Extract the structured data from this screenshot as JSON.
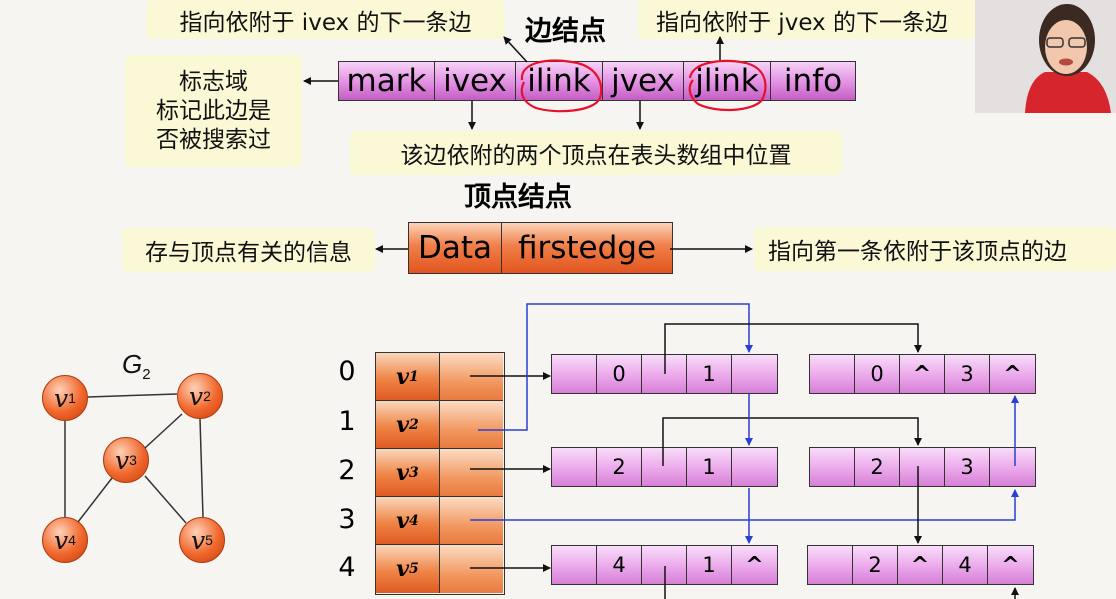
{
  "edge_node": {
    "title": "边结点",
    "top_note_left": "指向依附于 ivex 的下一条边",
    "top_note_right": "指向依附于 jvex 的下一条边",
    "fields": [
      "mark",
      "ivex",
      "ilink",
      "jvex",
      "jlink",
      "info"
    ],
    "left_note": [
      "标志域",
      "标记此边是",
      "否被搜索过"
    ],
    "bottom_note": "该边依附的两个顶点在表头数组中位置"
  },
  "vertex_node": {
    "title": "顶点结点",
    "fields": [
      "Data",
      "firstedge"
    ],
    "left_note": "存与顶点有关的信息",
    "right_note": "指向第一条依附于该顶点的边"
  },
  "graph": {
    "name": "G",
    "name_sub": "2",
    "nodes": [
      {
        "letter": "v",
        "sub": "1"
      },
      {
        "letter": "v",
        "sub": "2"
      },
      {
        "letter": "v",
        "sub": "3"
      },
      {
        "letter": "v",
        "sub": "4"
      },
      {
        "letter": "v",
        "sub": "5"
      }
    ]
  },
  "head_array": {
    "indices": [
      "0",
      "1",
      "2",
      "3",
      "4"
    ],
    "rows": [
      {
        "letter": "v",
        "sub": "1"
      },
      {
        "letter": "v",
        "sub": "2"
      },
      {
        "letter": "v",
        "sub": "3"
      },
      {
        "letter": "v",
        "sub": "4"
      },
      {
        "letter": "v",
        "sub": "5"
      }
    ]
  },
  "edge_nodes": [
    {
      "cells": [
        "",
        "0",
        "",
        "1",
        ""
      ]
    },
    {
      "cells": [
        "",
        "0",
        "^",
        "3",
        "^"
      ]
    },
    {
      "cells": [
        "",
        "2",
        "",
        "1",
        ""
      ]
    },
    {
      "cells": [
        "",
        "2",
        "",
        "3",
        ""
      ]
    },
    {
      "cells": [
        "",
        "4",
        "",
        "1",
        "^"
      ]
    },
    {
      "cells": [
        "",
        "2",
        "^",
        "4",
        "^"
      ]
    }
  ],
  "colors": {
    "edge_node_fill": "#e28fe2",
    "vertex_node_fill": "#f07f49",
    "blue_link": "#2a3fd6",
    "note_bg": "#fbf8d6",
    "red_circle": "#e8102a"
  },
  "webcam": "presenter-video"
}
